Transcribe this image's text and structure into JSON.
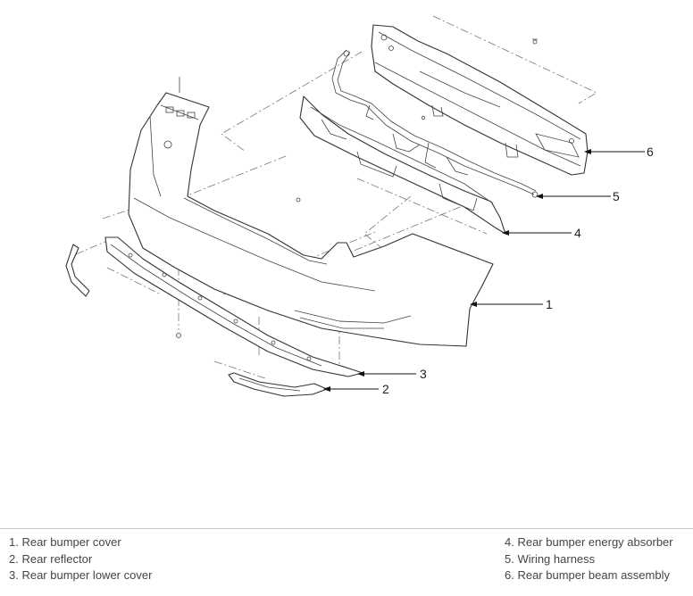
{
  "callouts": {
    "c1": "1",
    "c2": "2",
    "c3": "3",
    "c4": "4",
    "c5": "5",
    "c6": "6"
  },
  "legend": {
    "left": [
      "1. Rear bumper cover",
      "2. Rear reflector",
      "3. Rear bumper lower cover"
    ],
    "right": [
      "4. Rear bumper energy absorber",
      "5. Wiring harness",
      "6. Rear bumper beam assembly"
    ]
  }
}
